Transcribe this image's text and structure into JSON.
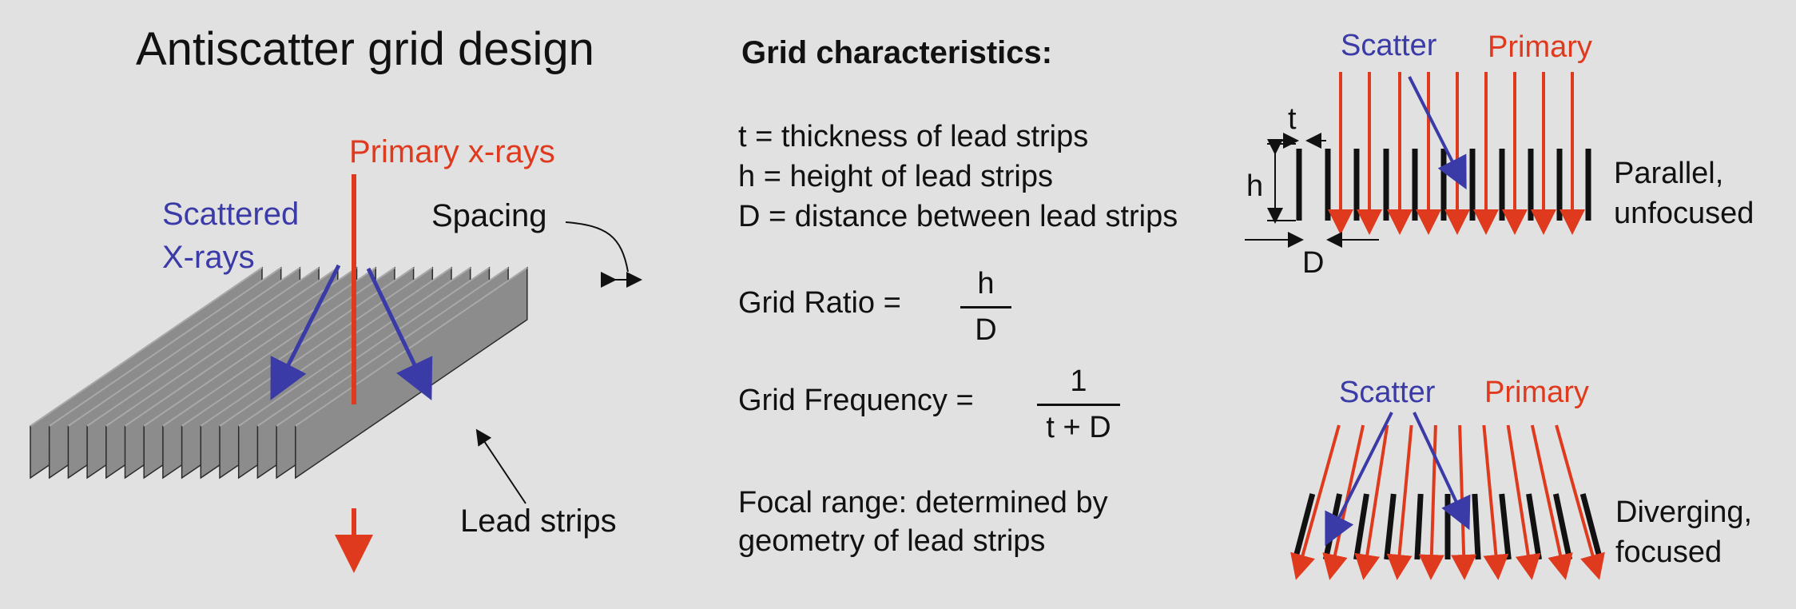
{
  "title": "Antiscatter grid design",
  "left_diagram": {
    "primary_label": "Primary x-rays",
    "scatter_label_line1": "Scattered",
    "scatter_label_line2": "X-rays",
    "spacing_label": "Spacing",
    "strips_label": "Lead strips"
  },
  "characteristics": {
    "heading": "Grid characteristics:",
    "definitions": [
      "t = thickness of lead strips",
      "h = height of lead strips",
      "D = distance between lead strips"
    ],
    "ratio_label": "Grid Ratio =",
    "ratio_numerator": "h",
    "ratio_denominator": "D",
    "frequency_label": "Grid Frequency =",
    "frequency_numerator": "1",
    "frequency_denominator": "t + D",
    "focal_line1": "Focal range: determined by",
    "focal_line2": "geometry of lead strips"
  },
  "parallel_grid": {
    "scatter_label": "Scatter",
    "primary_label": "Primary",
    "t_label": "t",
    "h_label": "h",
    "d_label": "D",
    "caption_line1": "Parallel,",
    "caption_line2": "unfocused"
  },
  "focused_grid": {
    "scatter_label": "Scatter",
    "primary_label": "Primary",
    "caption_line1": "Diverging,",
    "caption_line2": "focused"
  },
  "colors": {
    "primary": "#e03a1e",
    "scatter": "#3b3ba8",
    "strip_face": "#8c8c8c",
    "strip_top": "#a9a9a9",
    "background": "#e1e1e1"
  }
}
